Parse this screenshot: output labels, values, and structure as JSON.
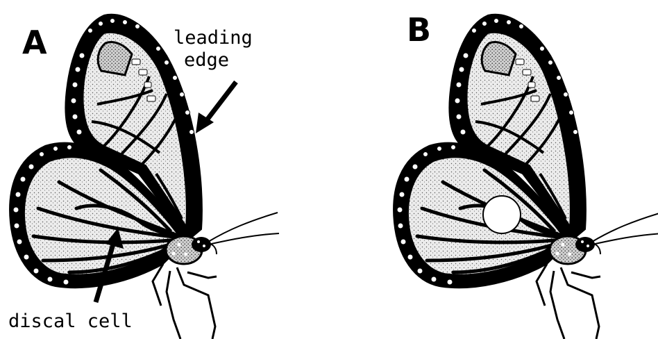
{
  "figure": {
    "panel_a": {
      "letter": "A",
      "leading_edge_label_line1": "leading",
      "leading_edge_label_line2": "edge",
      "discal_cell_label": "discal cell"
    },
    "panel_b": {
      "letter": "B"
    },
    "colors": {
      "ink": "#000000",
      "wing_fill": "#e3e3e3",
      "background": "#ffffff",
      "spot": "#ffffff"
    },
    "icons": [
      "monarch-butterfly-illustration",
      "arrow-icon",
      "white-disc-marker"
    ]
  }
}
